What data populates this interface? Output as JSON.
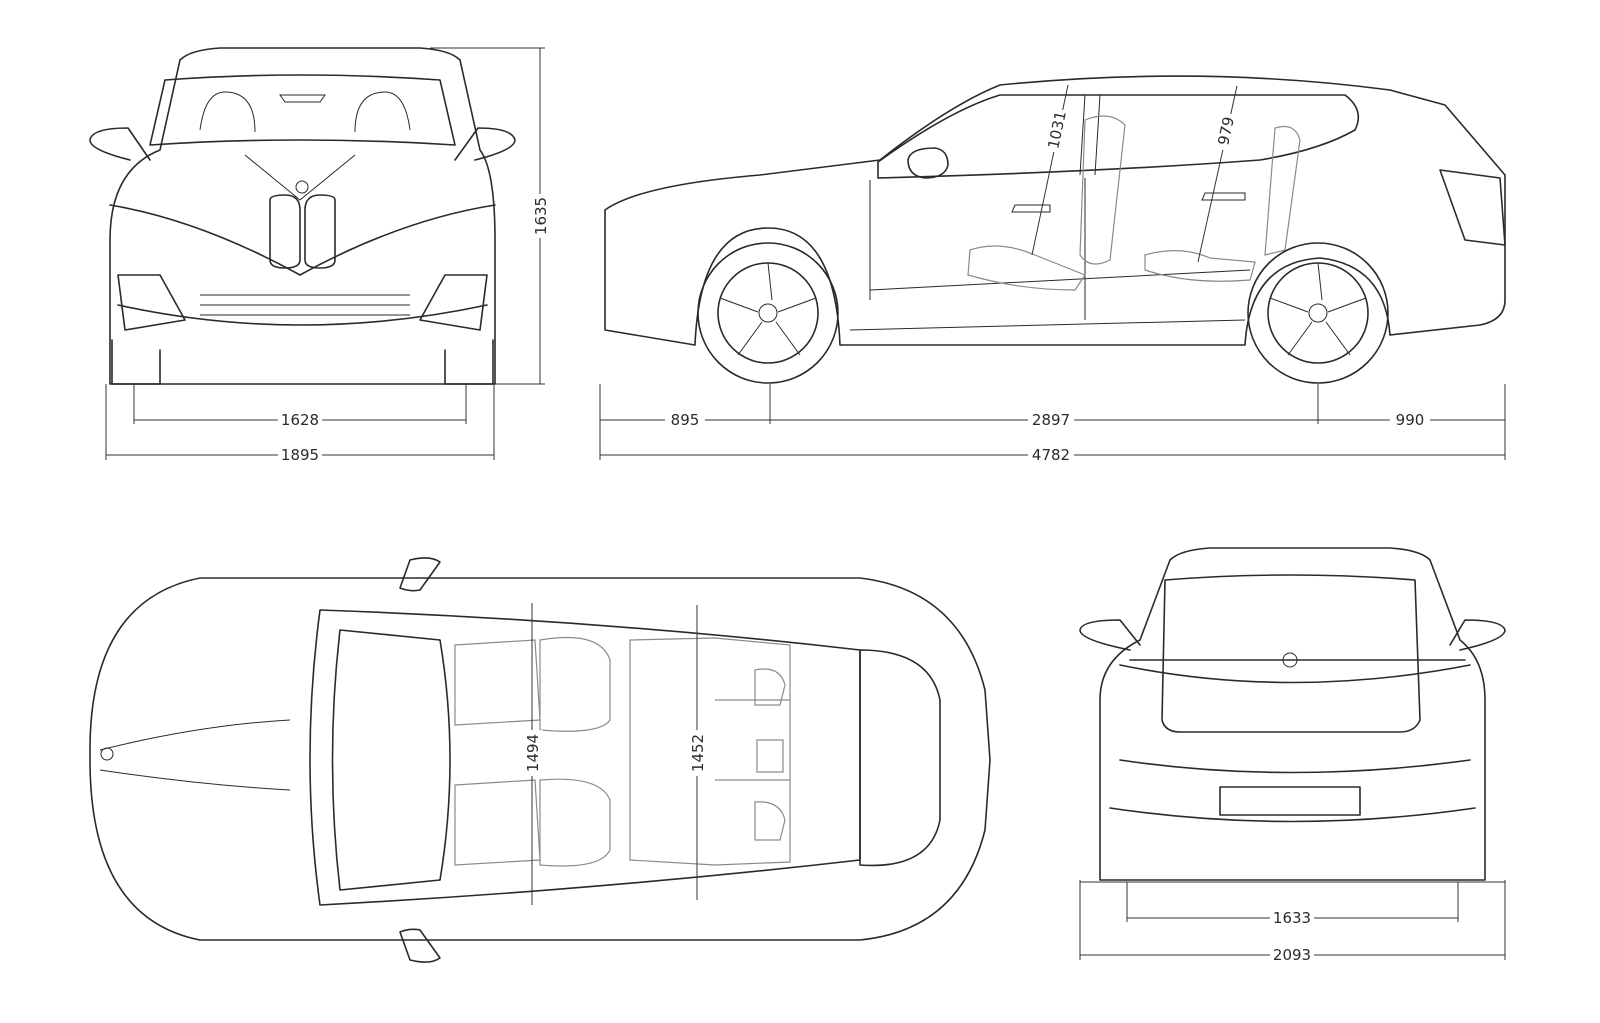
{
  "dimensions": {
    "front_track": "1628",
    "width": "1895",
    "height": "1635",
    "front_overhang": "895",
    "wheelbase": "2897",
    "rear_overhang": "990",
    "length": "4782",
    "front_headroom": "1031",
    "rear_headroom": "979",
    "front_shoulder_width": "1494",
    "rear_shoulder_width": "1452",
    "rear_track": "1633",
    "width_with_mirrors": "2093"
  },
  "colors": {
    "line": "#2a2a2a",
    "interior": "#8a8a8a",
    "background": "#ffffff"
  },
  "icons": {
    "logo": "bmw-roundel-icon"
  }
}
